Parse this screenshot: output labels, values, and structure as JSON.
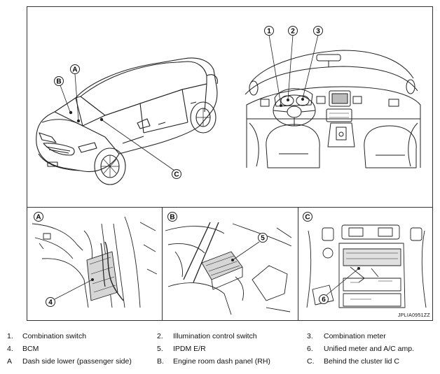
{
  "figure": {
    "callouts_overview": [
      "①",
      "②",
      "③"
    ],
    "panel_labels": [
      "A",
      "B",
      "C"
    ],
    "panel_markers": [
      "Ⓐ",
      "Ⓑ",
      "Ⓒ"
    ],
    "detail_callouts": [
      "④",
      "⑤",
      "⑥"
    ],
    "figure_id": "JPLIA0951ZZ"
  },
  "legend": [
    [
      {
        "num": "1.",
        "text": "Combination switch"
      },
      {
        "num": "2.",
        "text": "Illumination control switch"
      },
      {
        "num": "3.",
        "text": "Combination meter"
      }
    ],
    [
      {
        "num": "4.",
        "text": "BCM"
      },
      {
        "num": "5.",
        "text": "IPDM E/R"
      },
      {
        "num": "6.",
        "text": "Unified meter and A/C amp."
      }
    ],
    [
      {
        "num": "A",
        "text": "Dash side lower (passenger side)"
      },
      {
        "num": "B.",
        "text": "Engine room dash panel (RH)"
      },
      {
        "num": "C.",
        "text": "Behind the cluster lid C"
      }
    ]
  ]
}
